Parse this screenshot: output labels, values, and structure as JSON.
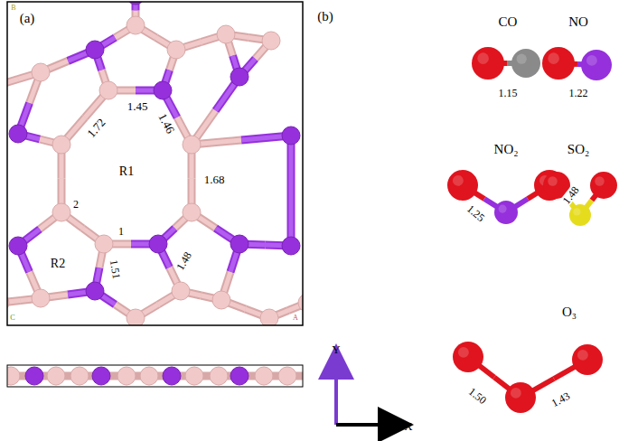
{
  "diagram": {
    "labels": [
      "(a)",
      "1.45",
      "1.72",
      "1.46",
      "R1",
      "1.68",
      "2",
      "R2",
      "1",
      "1.51",
      "1.48",
      "(b)",
      "CO",
      "1.15",
      "NO",
      "1.22",
      "NO₂",
      "SO₂",
      "1.25",
      "1.48",
      "O₃",
      "1.50",
      "1.43",
      "Y",
      "X",
      "B",
      "C",
      "A"
    ]
  }
}
